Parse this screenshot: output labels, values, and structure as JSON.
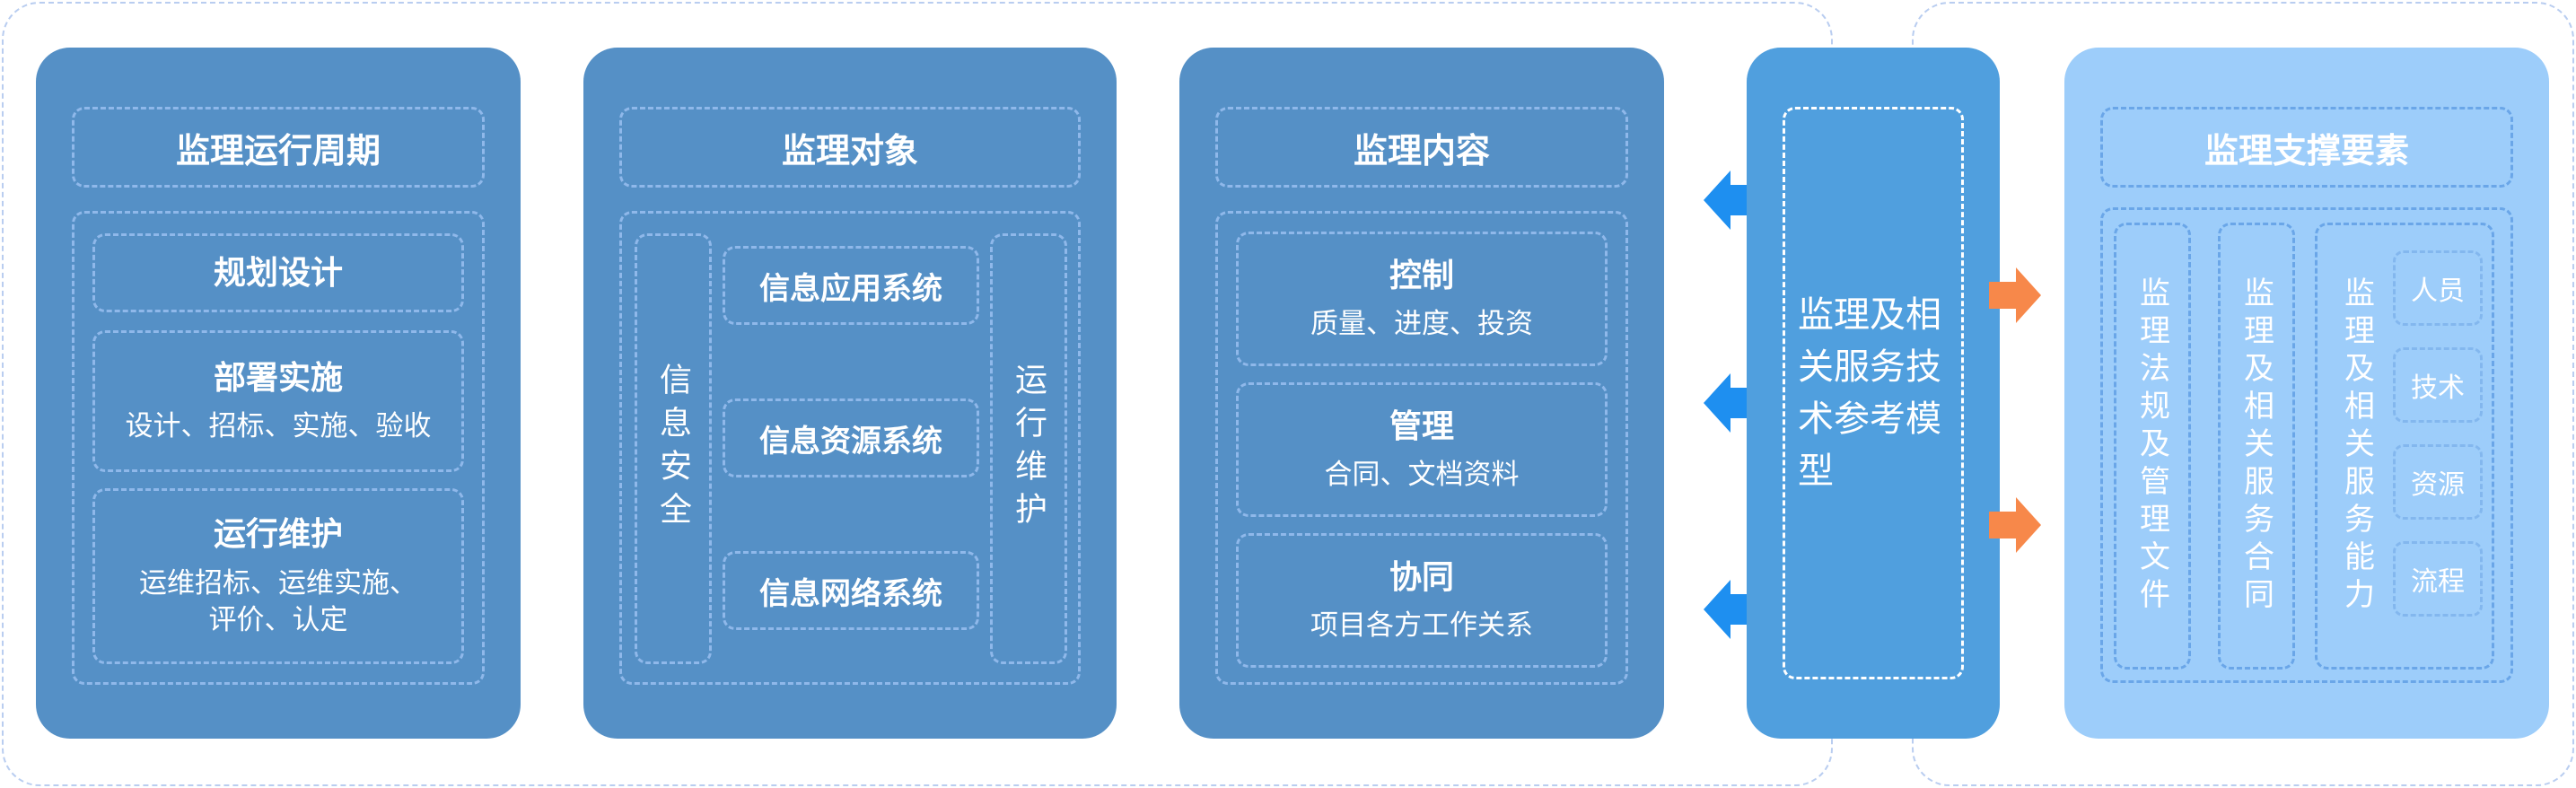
{
  "lifecycle": {
    "title": "监理运行周期",
    "items": [
      {
        "title": "规划设计",
        "desc": ""
      },
      {
        "title": "部署实施",
        "desc": "设计、招标、实施、验收"
      },
      {
        "title": "运行维护",
        "desc": "运维招标、运维实施、\n评价、认定"
      }
    ]
  },
  "objects": {
    "title": "监理对象",
    "left_side": "信息安全",
    "right_side": "运行维护",
    "systems": [
      "信息应用系统",
      "信息资源系统",
      "信息网络系统"
    ]
  },
  "content": {
    "title": "监理内容",
    "items": [
      {
        "title": "控制",
        "desc": "质量、进度、投资"
      },
      {
        "title": "管理",
        "desc": "合同、文档资料"
      },
      {
        "title": "协同",
        "desc": "项目各方工作关系"
      }
    ]
  },
  "model": {
    "text": "监理及相关服务技术参考模型"
  },
  "support": {
    "title": "监理支撑要素",
    "columns": [
      "监理法规及管理文件",
      "监理及相关服务合同",
      "监理及相关服务能力"
    ],
    "abilities": [
      "人员",
      "技术",
      "资源",
      "流程"
    ]
  },
  "colors": {
    "column": "#5590c6",
    "model": "#509fde",
    "support": "#9dcdfa",
    "arrow_left": "#1e8ff0",
    "arrow_right": "#f7884a"
  }
}
